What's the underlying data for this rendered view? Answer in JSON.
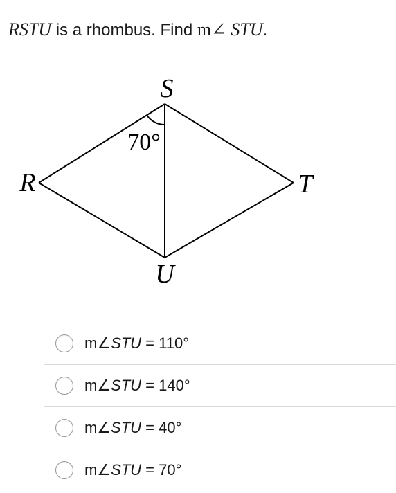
{
  "question": {
    "shape_name": "RSTU",
    "text_mid": " is a rhombus. Find ",
    "angle_prefix": "m∠ ",
    "angle_name": "STU",
    "text_end": "."
  },
  "figure": {
    "vertex_labels": {
      "S": "S",
      "R": "R",
      "T": "T",
      "U": "U"
    },
    "angle_label": "70°"
  },
  "choices": [
    {
      "prefix": "m∠",
      "angle": "STU",
      "rest": " = 110°"
    },
    {
      "prefix": "m∠",
      "angle": "STU",
      "rest": " = 140°"
    },
    {
      "prefix": "m∠",
      "angle": "STU",
      "rest": " = 40°"
    },
    {
      "prefix": "m∠",
      "angle": "STU",
      "rest": " = 70°"
    }
  ]
}
